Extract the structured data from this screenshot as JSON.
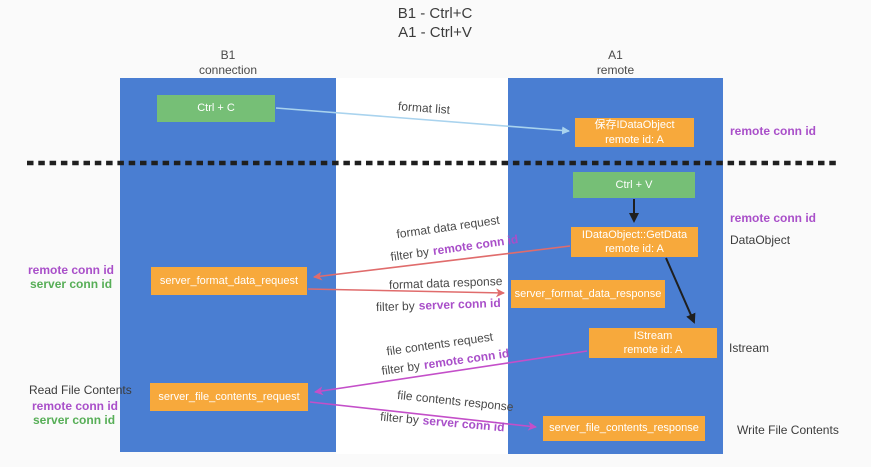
{
  "title": {
    "line1": "B1 - Ctrl+C",
    "line2": "A1 - Ctrl+V"
  },
  "lanes": {
    "left": {
      "name": "B1",
      "role": "connection"
    },
    "right": {
      "name": "A1",
      "role": "remote"
    }
  },
  "nodes": {
    "ctrl_c": {
      "label": "Ctrl + C"
    },
    "save_dataobject": {
      "line1": "保存IDataObject",
      "line2": "remote id: A"
    },
    "ctrl_v": {
      "label": "Ctrl + V"
    },
    "getdata": {
      "line1": "IDataObject::GetData",
      "line2": "remote id: A"
    },
    "server_format_data_request": {
      "label": "server_format_data_request"
    },
    "server_format_data_response": {
      "label": "server_format_data_response"
    },
    "istream": {
      "line1": "IStream",
      "line2": "remote id: A"
    },
    "server_file_contents_request": {
      "label": "server_file_contents_request"
    },
    "server_file_contents_response": {
      "label": "server_file_contents_response"
    }
  },
  "edge_labels": {
    "format_list": "format list",
    "format_data_request": "format data request",
    "format_data_response": "format data response",
    "file_contents_request": "file contents request",
    "file_contents_response": "file contents response",
    "filter_by": "filter by",
    "remote_conn_id": "remote conn id",
    "server_conn_id": "server conn id"
  },
  "side_labels": {
    "left_format_remote": "remote conn id",
    "left_format_server": "server conn id",
    "read_file_contents": "Read File Contents",
    "left_file_remote": "remote conn id",
    "left_file_server": "server conn id",
    "right_top_remote": "remote conn id",
    "right_mid_remote": "remote conn id",
    "dataobject": "DataObject",
    "istream": "Istream",
    "write_file_contents": "Write File Contents"
  },
  "colors": {
    "lane_blue": "#4a7ed2",
    "node_orange": "#f7a93c",
    "node_green": "#76bf76",
    "label_purple": "#a94fc9",
    "label_green": "#57ae57",
    "arrow_lightblue": "#a9d3ee",
    "arrow_red": "#e06c6c",
    "arrow_magenta": "#c44fc9",
    "arrow_black": "#1f1f1f"
  }
}
